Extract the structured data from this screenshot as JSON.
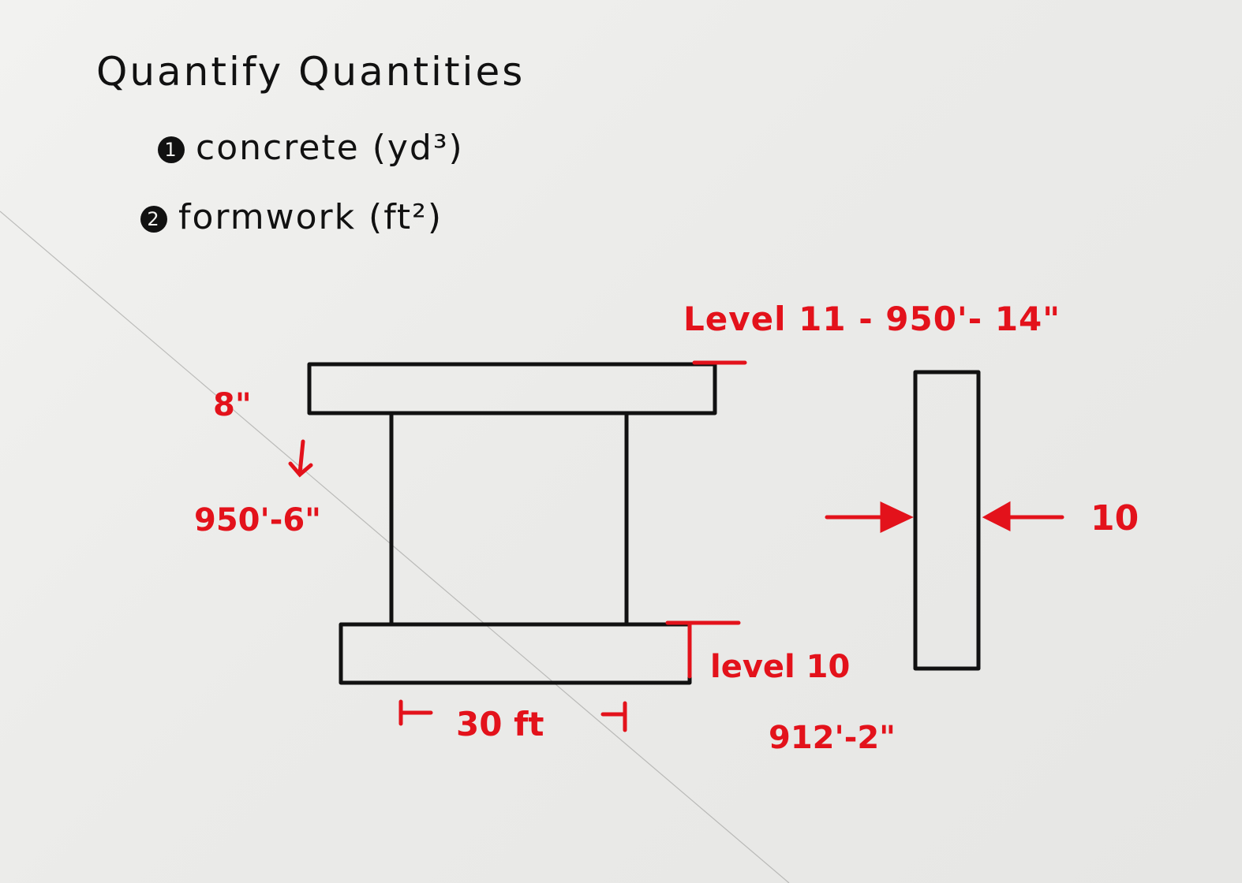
{
  "title": "Quantify Quantities",
  "items": [
    {
      "number": "1",
      "label": "concrete (yd³)"
    },
    {
      "number": "2",
      "label": "formwork (ft²)"
    }
  ],
  "annotations": {
    "level_11": "Level 11 - 950'- 14\"",
    "slab_thickness": "8\"",
    "elevation_950": "950'-6\"",
    "level_10": "level 10",
    "elevation_912": "912'-2\"",
    "span": "30 ft",
    "wall_thickness": "10"
  },
  "colors": {
    "ink": "#111111",
    "annotation": "#e3121b"
  }
}
